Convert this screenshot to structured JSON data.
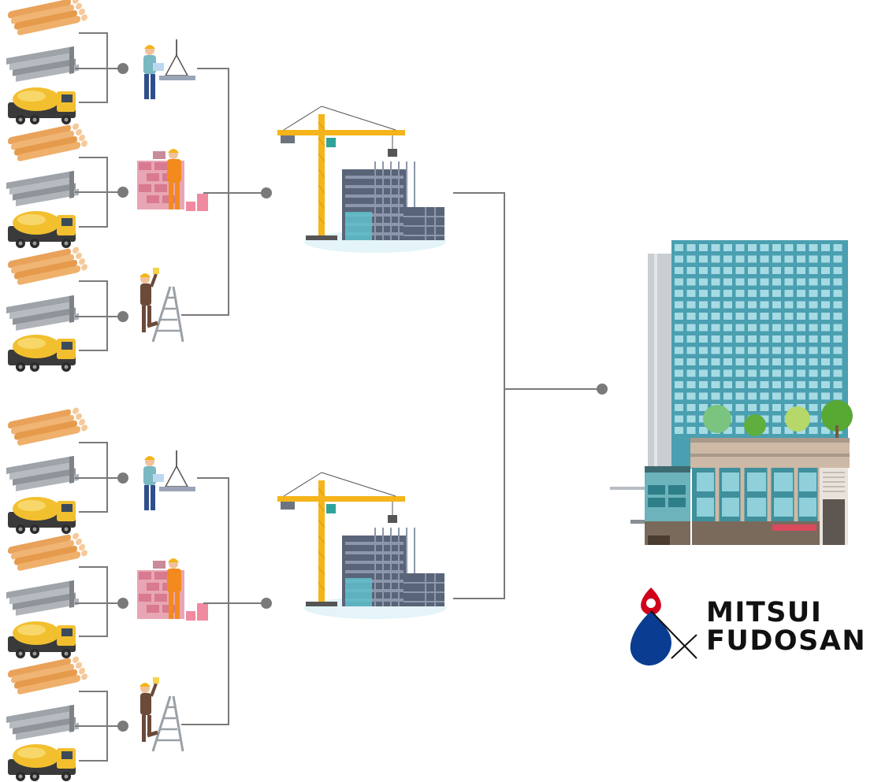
{
  "brand": {
    "line1": "MITSUI",
    "line2": "FUDOSAN",
    "logo_red": "#d0021b",
    "logo_blue": "#0a3d91"
  },
  "diagram": {
    "groups": 2,
    "workers_per_group": 3,
    "materials_per_worker": [
      "lumber-icon",
      "steel-beams-icon",
      "cement-mixer-truck-icon"
    ],
    "worker_types": [
      "crane-operator-icon",
      "bricklayer-icon",
      "painter-on-ladder-icon"
    ],
    "site_icon": "construction-crane-site-icon",
    "result_icon": "finished-office-building-icon",
    "connector_color": "#7a7a7a"
  }
}
